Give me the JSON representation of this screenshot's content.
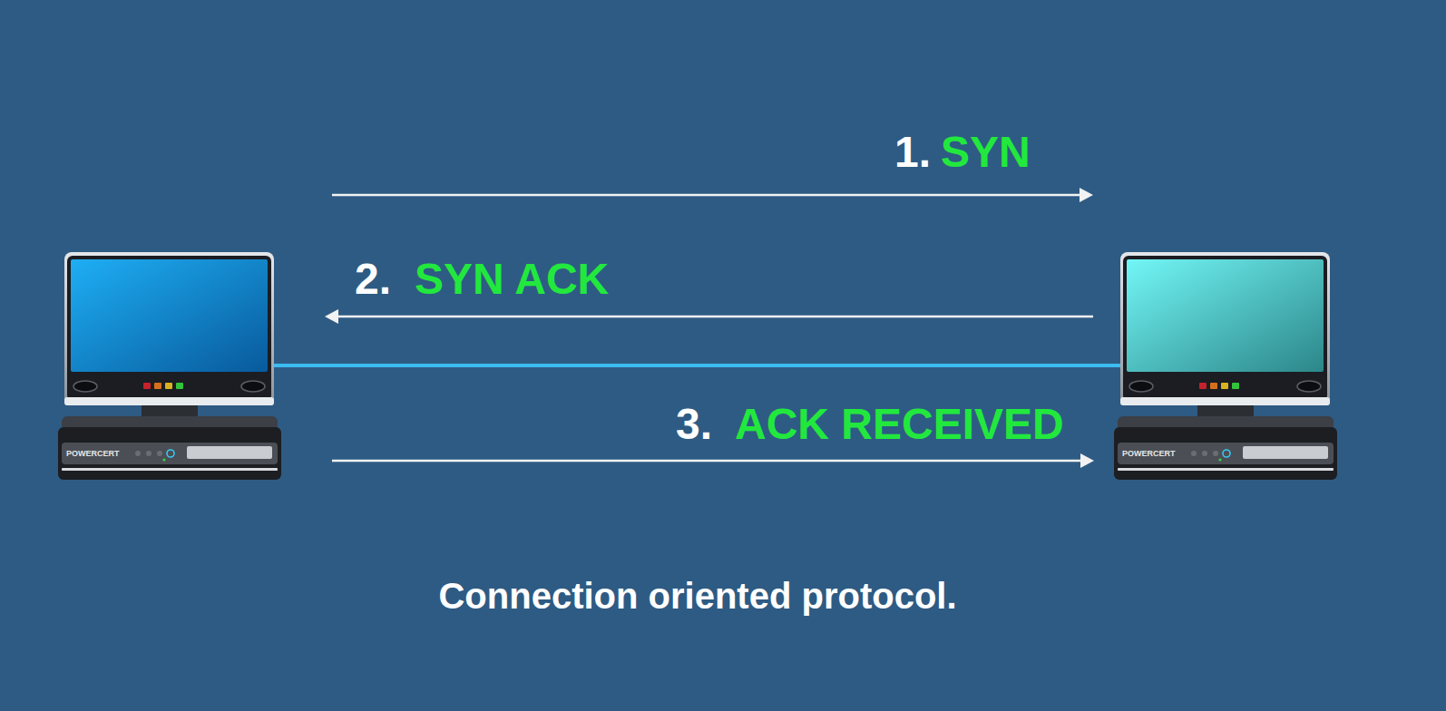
{
  "diagram": {
    "caption": "Connection oriented protocol.",
    "nodes": [
      {
        "text": [
          "POWERCERT"
        ]
      },
      {
        "text": [
          "POWERCERT"
        ]
      }
    ],
    "edges": [
      {
        "from": 0,
        "to": 1,
        "arrow": "to",
        "label": "SYN"
      },
      {
        "from": 1,
        "to": 0,
        "arrow": "to",
        "label": "SYN ACK"
      },
      {
        "from": 0,
        "to": 1,
        "arrow": "none"
      },
      {
        "from": 0,
        "to": 1,
        "arrow": "to",
        "label": "ACK RECEIVED"
      }
    ],
    "labels": [
      "1.",
      "2.",
      "3."
    ]
  }
}
